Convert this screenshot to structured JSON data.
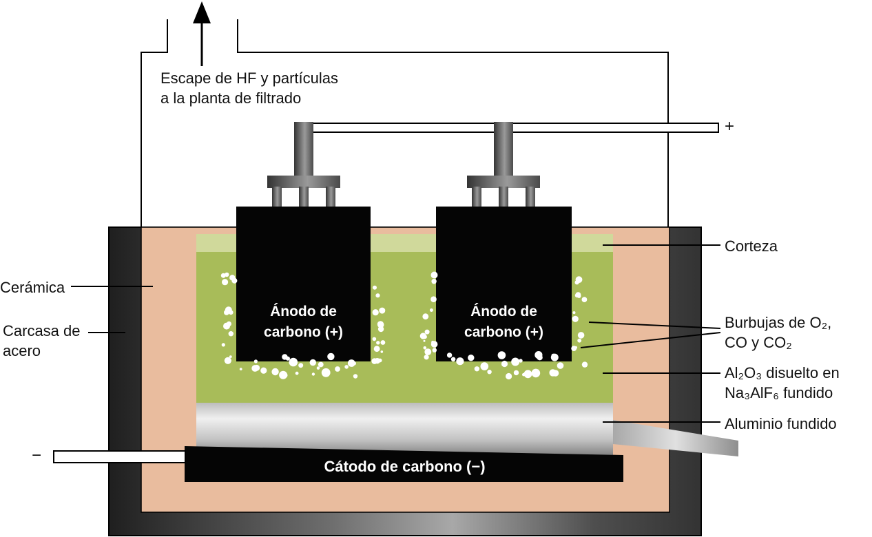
{
  "labels": {
    "escape": "Escape de HF y partículas\na la planta de filtrado",
    "plus": "+",
    "minus": "−",
    "ceramica": "Cerámica",
    "carcasa_acero": "Carcasa de\nacero",
    "corteza": "Corteza",
    "burbujas": "Burbujas de O₂,\nCO y CO₂",
    "alumina": "Al₂O₃ disuelto en\nNa₃AlF₆ fundido",
    "aluminio_fundido": "Aluminio fundido",
    "anodo": "Ánodo de\ncarbono (+)",
    "catodo": "Cátodo de carbono (−)"
  },
  "colors": {
    "background": "#ffffff",
    "outline": "#000000",
    "steel_stops": [
      "#1f1f1f",
      "#6f6f6f",
      "#a8a8a8",
      "#4e4e4e",
      "#333333"
    ],
    "ceramic": "#e9bc9e",
    "crust": "#d0d99b",
    "electrolyte": "#a8bc59",
    "aluminum_stops": [
      "#bdbdbd",
      "#f0f0f0",
      "#c2c2c2",
      "#808080"
    ],
    "spout_stops": [
      "#a8a8a8",
      "#e0e0e0",
      "#8e8e8e"
    ],
    "rod_stops": [
      "#343434",
      "#9a9a9a",
      "#4a4a4a"
    ],
    "carbon": "#050505",
    "bubble": "#ffffff",
    "bus_bar_fill": "#ffffff"
  }
}
